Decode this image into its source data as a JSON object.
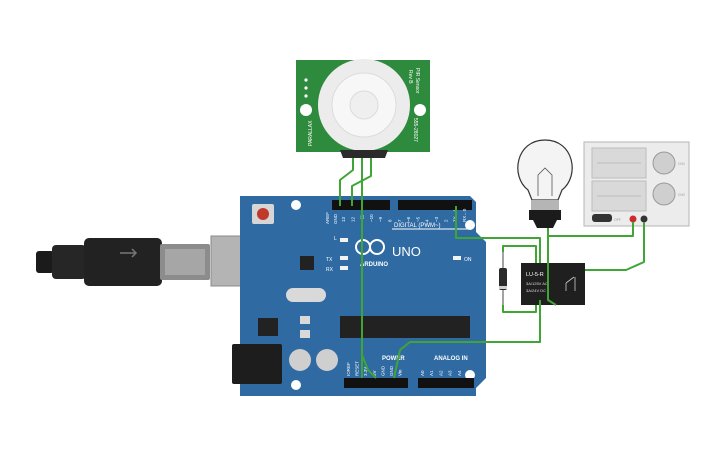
{
  "pir": {
    "title": "PIR Sensor",
    "rev": "Rev B",
    "brand": "PARALLAX",
    "part": "555-28027",
    "pin1": "+",
    "pin2": "-"
  },
  "arduino": {
    "brand": "ARDUINO",
    "model": "UNO",
    "digital": "DIGITAL (PWM~)",
    "power": "POWER",
    "analog": "ANALOG IN",
    "aref": "AREF",
    "gnd": "GND",
    "led_l": "L",
    "led_tx": "TX",
    "led_rx": "RX",
    "led_on": "ON",
    "digital_pins": [
      "13",
      "12",
      "~11",
      "~10",
      "~9",
      "8",
      "7",
      "~6",
      "~5",
      "4",
      "~3",
      "2",
      "TX→1",
      "RX←0"
    ],
    "power_pins": [
      "IOREF",
      "RESET",
      "3.3V",
      "5V",
      "GND",
      "GND",
      "Vin"
    ],
    "analog_pins": [
      "A0",
      "A1",
      "A2",
      "A3",
      "A4",
      "A5"
    ]
  },
  "relay": {
    "model": "LU-5-R",
    "line1": "3A/125V AC",
    "line2": "3A/24V DC"
  },
  "psu": {
    "knob1": "CH1",
    "knob2": "CH2",
    "off_label": "OFF"
  },
  "colors": {
    "board": "#2f6aa3",
    "wire": "#3fa535",
    "wire_dark": "#1e7a1e",
    "pir_green": "#2e8a3c"
  }
}
